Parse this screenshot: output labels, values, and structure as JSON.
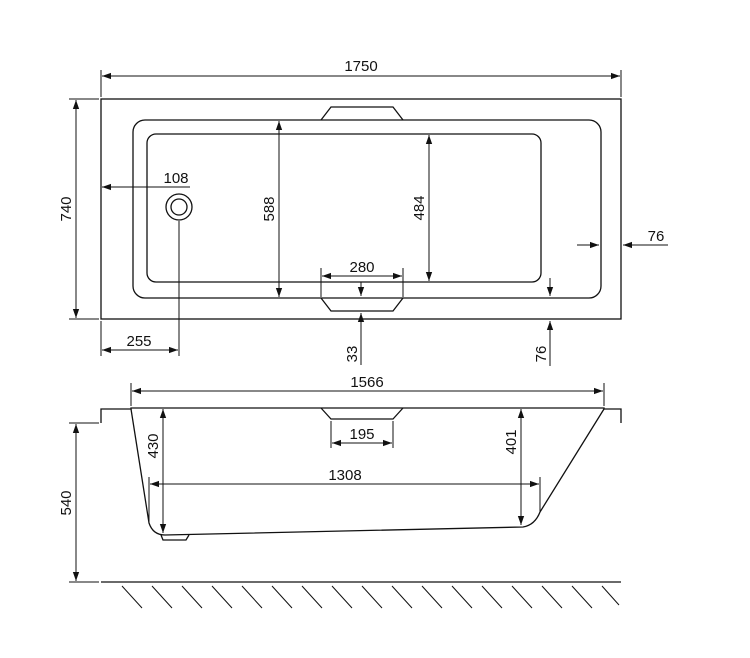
{
  "drawing": {
    "top_view": {
      "overall_length": "1750",
      "overall_width": "740",
      "drain_offset": "108",
      "inner_width": "588",
      "basin_width": "484",
      "rim_right": "76",
      "headrest_width": "280",
      "drain_from_end": "255",
      "headrest_depth": "33",
      "rim_bottom": "76"
    },
    "side_view": {
      "top_length": "1566",
      "depth_left": "430",
      "headrest_width": "195",
      "depth_right": "401",
      "bottom_length": "1308",
      "total_height": "540"
    }
  }
}
